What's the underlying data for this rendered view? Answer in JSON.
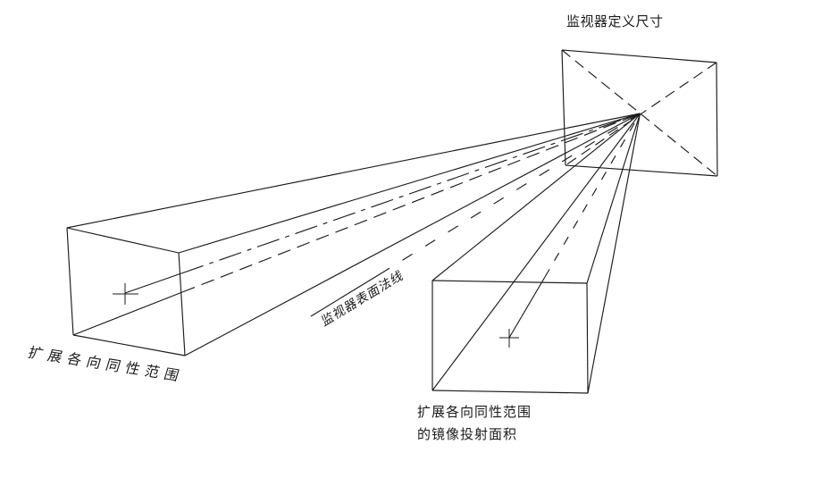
{
  "diagram": {
    "background_color": "#ffffff",
    "line_color": "#1b1b1b",
    "labels": {
      "monitor_size": "监视器定义尺寸",
      "isotropic_range": "扩展各向同性范围",
      "surface_normal": "监视器表面法线",
      "mirror_area_line1": "扩展各向同性范围",
      "mirror_area_line2": "的镜像投射面积"
    }
  }
}
